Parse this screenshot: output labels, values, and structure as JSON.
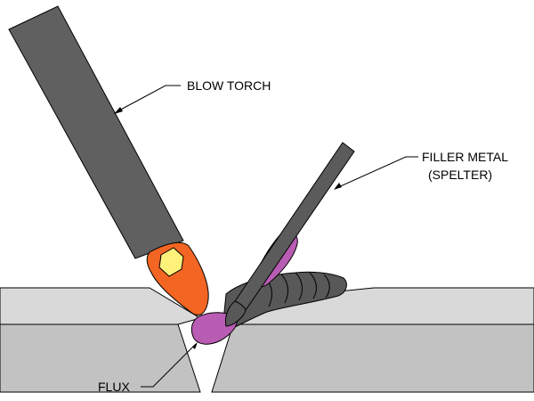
{
  "labels": {
    "blow_torch": "BLOW TORCH",
    "filler_metal": "FILLER METAL",
    "filler_metal_note": "(SPELTER)",
    "flux": "FLUX"
  },
  "colors": {
    "metal_top": "#d9d9d9",
    "metal_side": "#c2c2c2",
    "torch": "#606060",
    "flame_outer": "#f26522",
    "flame_inner": "#fff27a",
    "flux": "#b95cb3",
    "filler_rod": "#5b5b5b",
    "weld_bead": "#585858",
    "outline": "#000000"
  }
}
